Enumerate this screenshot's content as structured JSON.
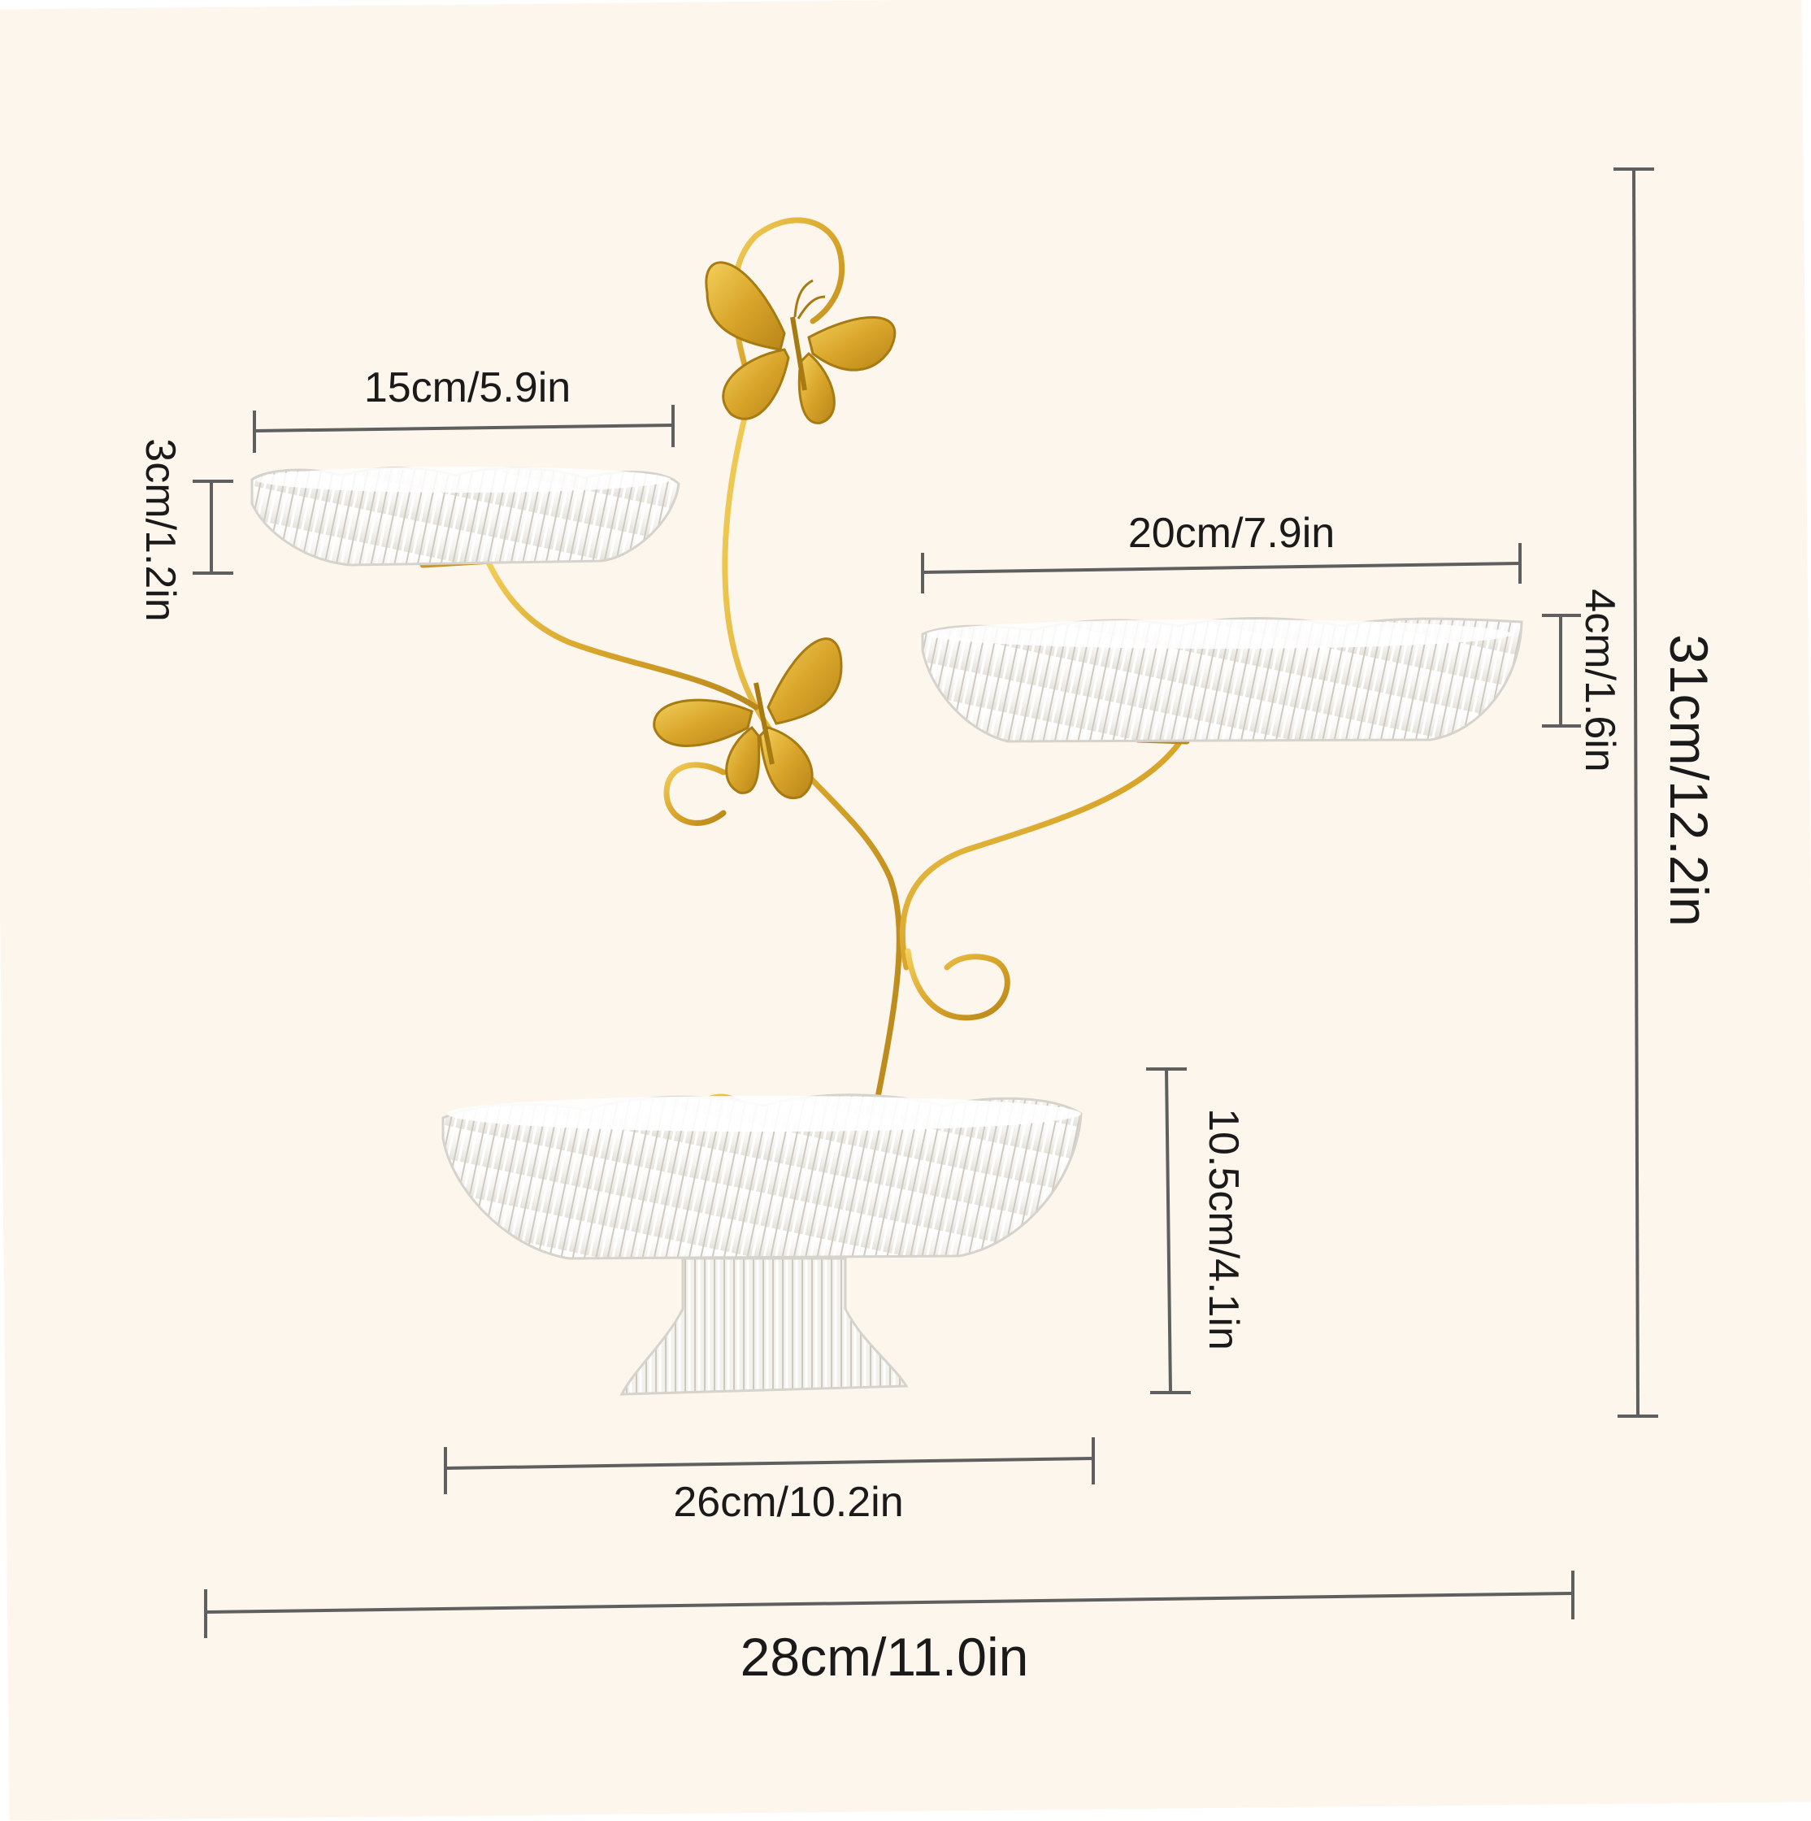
{
  "colors": {
    "background": "#fdf6ec",
    "dimension_line": "#5f5f5f",
    "gold": "#d9a52a",
    "gold_dark": "#a77a12",
    "glass": "#ffffff",
    "glass_edge": "#d6d3cc",
    "text": "#1a1a1a"
  },
  "dimensions": {
    "small_plate_width": "15cm/5.9in",
    "small_plate_height": "3cm/1.2in",
    "medium_plate_width": "20cm/7.9in",
    "medium_plate_height": "4cm/1.6in",
    "overall_height": "31cm/12.2in",
    "base_bowl_height": "10.5cm/4.1in",
    "base_bowl_width": "26cm/10.2in",
    "overall_width": "28cm/11.0in"
  },
  "product": {
    "tiers": 3,
    "decor_icons": [
      "butterfly-icon",
      "butterfly-icon"
    ]
  }
}
